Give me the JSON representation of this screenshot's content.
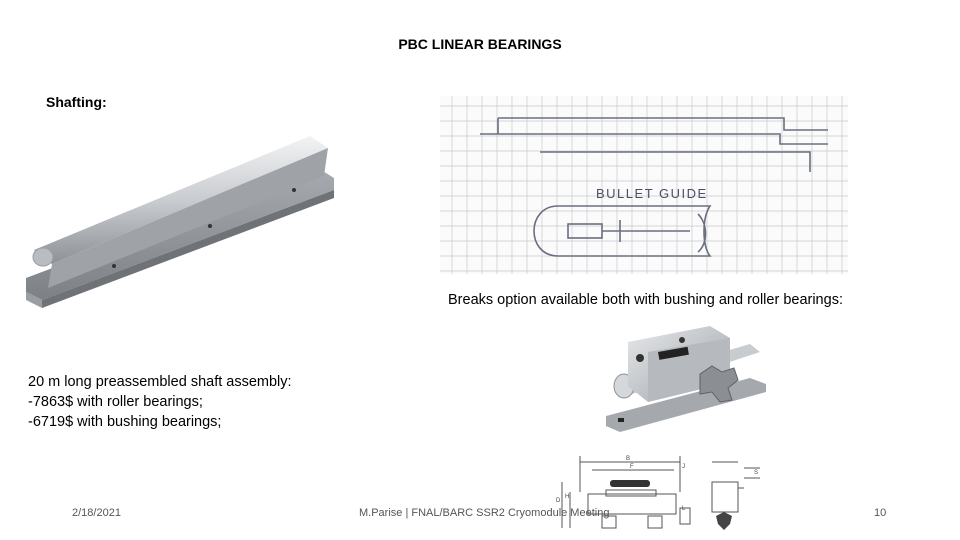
{
  "slide": {
    "title": "PBC LINEAR BEARINGS",
    "section_label": "Shafting:",
    "breaks_text": "Breaks option available both with bushing and roller bearings:",
    "assembly_lines": [
      "20 m long preassembled shaft assembly:",
      "-7863$ with roller bearings;",
      "-6719$ with bushing bearings;"
    ],
    "sketch_label": "BULLET GUIDE"
  },
  "footer": {
    "date": "2/18/2021",
    "meeting": "M.Parise | FNAL/BARC SSR2 Cryomodule Meeting",
    "page": "10"
  },
  "drawing": {
    "labels": [
      "B",
      "F",
      "J",
      "S",
      "H",
      "D",
      "L"
    ]
  }
}
